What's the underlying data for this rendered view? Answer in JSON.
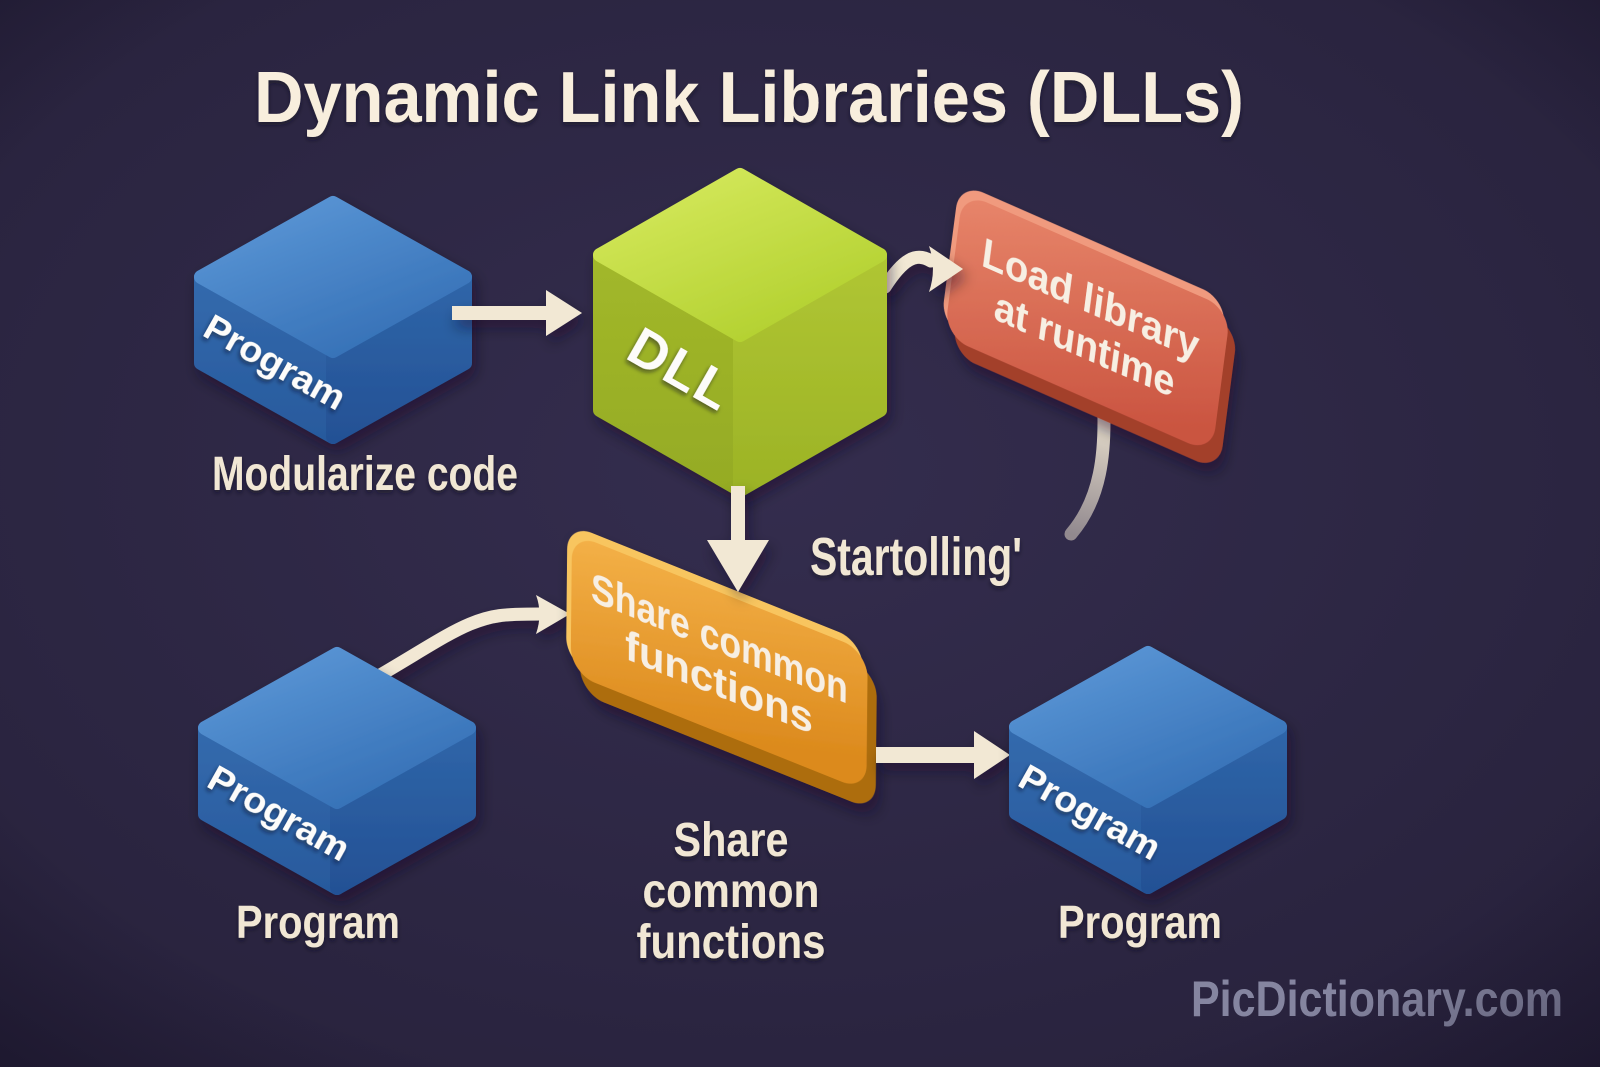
{
  "title": "Dynamic Link Libraries (DLLs)",
  "nodes": {
    "program_top": {
      "face_label": "Program",
      "caption": "Modularize code"
    },
    "dll": {
      "face_label": "DLL"
    },
    "load_library": {
      "line1": "Load library",
      "line2": "at runtime"
    },
    "share_functions": {
      "line1": "Share common",
      "line2": "functions"
    },
    "program_bottom_left": {
      "face_label": "Program",
      "caption": "Program"
    },
    "program_bottom_right": {
      "face_label": "Program",
      "caption": "Program"
    }
  },
  "captions": {
    "share": {
      "line1": "Share",
      "line2": "common",
      "line3": "functions"
    },
    "annotation": "Startolling'"
  },
  "watermark": "PicDictionary.com",
  "colors": {
    "background": "#2b2540",
    "blue_box": "#3a76ba",
    "green_box": "#b2d02f",
    "red_box": "#d96a50",
    "orange_box": "#e89a2f",
    "arrow": "#f2e8d4",
    "text": "#f1e7d4",
    "watermark": "#8d8ea9"
  }
}
